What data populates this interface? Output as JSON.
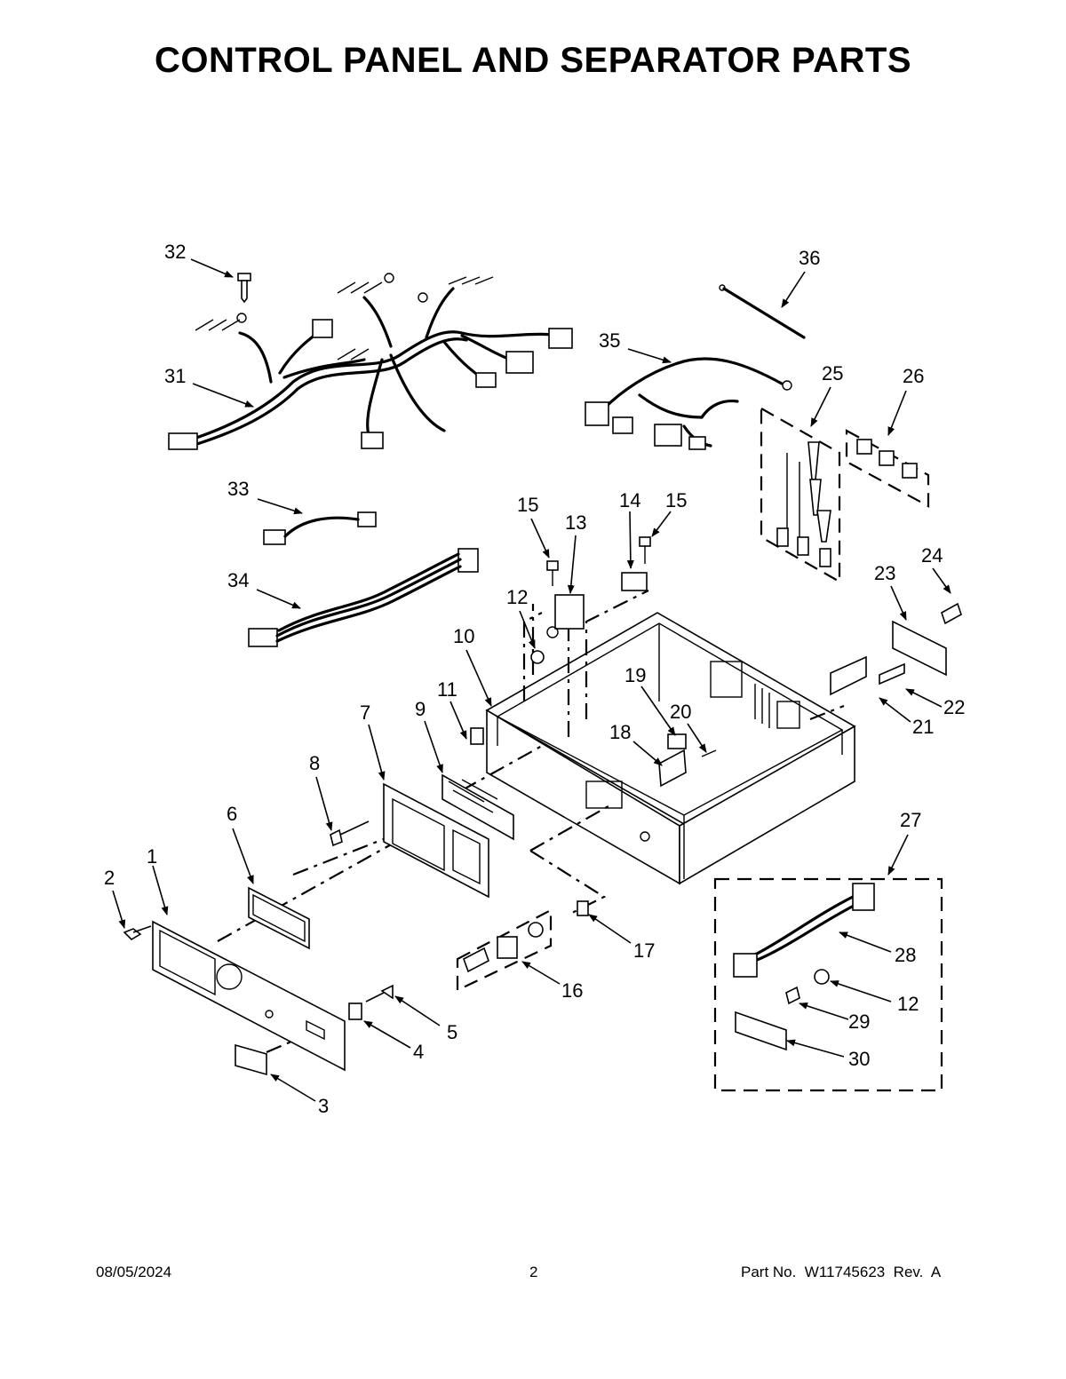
{
  "title": "CONTROL PANEL AND SEPARATOR PARTS",
  "footer": {
    "date": "08/05/2024",
    "page": "2",
    "part_number": "Part No.  W11745623  Rev.  A"
  },
  "callouts": [
    "1",
    "2",
    "3",
    "4",
    "5",
    "6",
    "7",
    "8",
    "9",
    "10",
    "11",
    "12",
    "13",
    "14",
    "15",
    "16",
    "17",
    "18",
    "19",
    "20",
    "21",
    "22",
    "23",
    "24",
    "25",
    "26",
    "27",
    "28",
    "29",
    "30",
    "31",
    "32",
    "33",
    "34",
    "35",
    "36"
  ],
  "extra_callouts": {
    "a12": "12",
    "a15": "15"
  }
}
